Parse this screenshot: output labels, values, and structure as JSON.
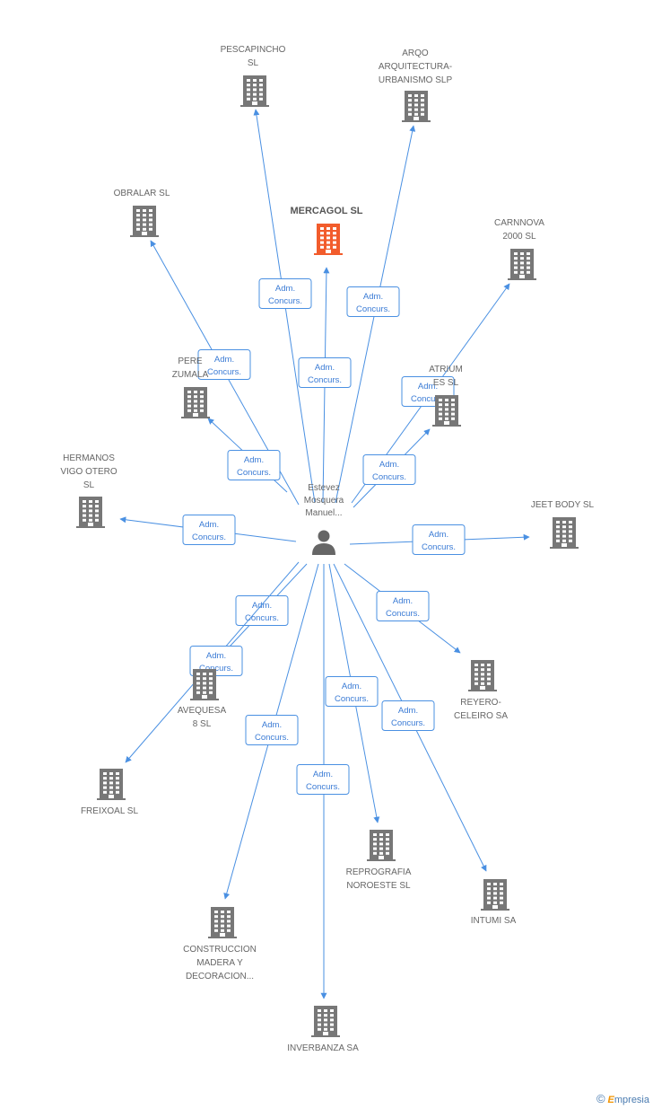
{
  "center_person": {
    "name_lines": [
      "Estevez",
      "Mosquera",
      "Manuel..."
    ],
    "icon": "person-icon"
  },
  "colors": {
    "edge": "#4a90e2",
    "building": "#777777",
    "highlight": "#f25c2c"
  },
  "edge_label": [
    "Adm.",
    "Concurs."
  ],
  "companies": [
    {
      "id": "pescapincho",
      "lines": [
        "PESCAPINCHO",
        "SL"
      ]
    },
    {
      "id": "arqo",
      "lines": [
        "ARQO",
        "ARQUITECTURA-",
        "URBANISMO SLP"
      ]
    },
    {
      "id": "obralar",
      "lines": [
        "OBRALAR SL"
      ]
    },
    {
      "id": "mercagol",
      "lines": [
        "MERCAGOL SL"
      ],
      "highlight": true
    },
    {
      "id": "carnnova",
      "lines": [
        "CARNNOVA",
        "2000 SL"
      ]
    },
    {
      "id": "perez",
      "lines": [
        "PERE",
        "ZUMALA"
      ]
    },
    {
      "id": "atrium",
      "lines": [
        "ATRIUM",
        "ES SL"
      ]
    },
    {
      "id": "hermanos",
      "lines": [
        "HERMANOS",
        "VIGO OTERO",
        "SL"
      ]
    },
    {
      "id": "jeetbody",
      "lines": [
        "JEET BODY SL"
      ]
    },
    {
      "id": "avequesa",
      "lines": [
        "AVEQUESA",
        "8 SL"
      ]
    },
    {
      "id": "reyero",
      "lines": [
        "REYERO-",
        "CELEIRO SA"
      ]
    },
    {
      "id": "freixoal",
      "lines": [
        "FREIXOAL SL"
      ]
    },
    {
      "id": "reprografia",
      "lines": [
        "REPROGRAFIA",
        "NOROESTE SL"
      ]
    },
    {
      "id": "intumi",
      "lines": [
        "INTUMI SA"
      ]
    },
    {
      "id": "construccion",
      "lines": [
        "CONSTRUCCION",
        "MADERA Y",
        "DECORACION..."
      ]
    },
    {
      "id": "inverbanza",
      "lines": [
        "INVERBANZA SA"
      ]
    }
  ],
  "credit": {
    "symbol": "©",
    "brand_first": "E",
    "brand_rest": "mpresia"
  }
}
